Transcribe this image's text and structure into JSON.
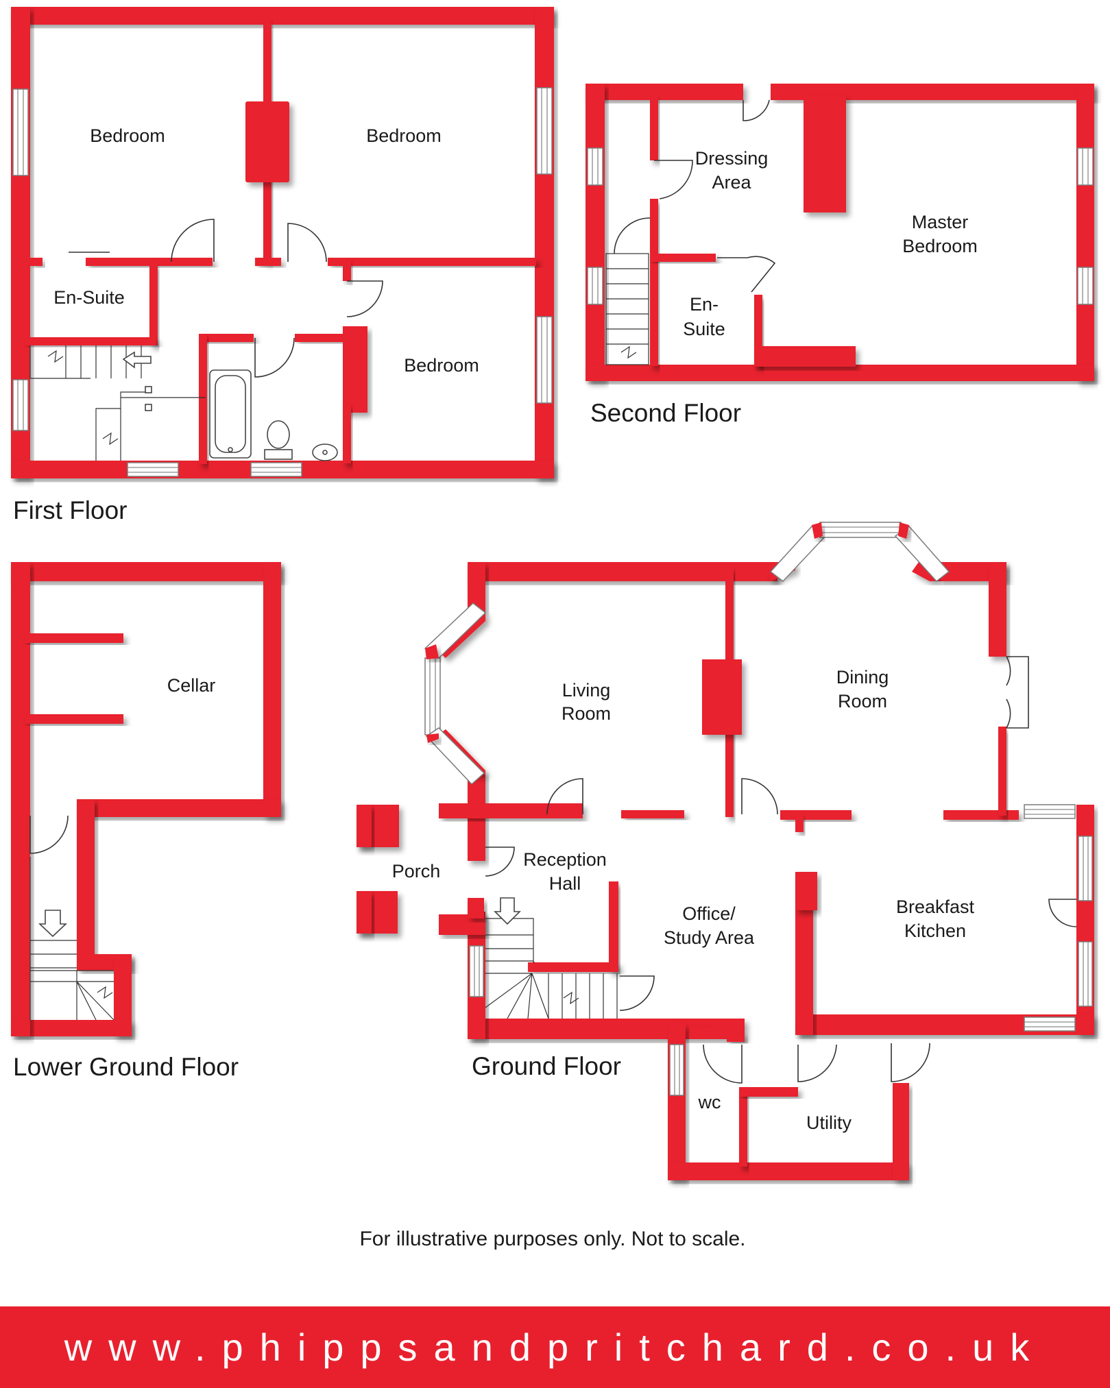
{
  "floors": {
    "first": {
      "label": "First Floor",
      "rooms": {
        "bedroom_1": "Bedroom",
        "bedroom_2": "Bedroom",
        "en_suite": "En-Suite",
        "bedroom_3": "Bedroom"
      }
    },
    "second": {
      "label": "Second Floor",
      "rooms": {
        "dressing_1": "Dressing",
        "dressing_2": "Area",
        "master_1": "Master",
        "master_2": "Bedroom",
        "ensuite_1": "En-",
        "ensuite_2": "Suite"
      }
    },
    "lower_ground": {
      "label": "Lower Ground Floor",
      "rooms": {
        "cellar": "Cellar"
      }
    },
    "ground": {
      "label": "Ground Floor",
      "rooms": {
        "living_1": "Living",
        "living_2": "Room",
        "dining_1": "Dining",
        "dining_2": "Room",
        "porch": "Porch",
        "reception_1": "Reception",
        "reception_2": "Hall",
        "office_1": "Office/",
        "office_2": "Study Area",
        "kitchen_1": "Breakfast",
        "kitchen_2": "Kitchen",
        "wc": "wc",
        "utility": "Utility"
      }
    }
  },
  "disclaimer": "For illustrative purposes only. Not to scale.",
  "footer": {
    "website": "www.phippsandpritchard.co.uk"
  },
  "colors": {
    "wall": "#e8202e",
    "footer_background": "#e8202e",
    "footer_text": "#ffffff"
  }
}
